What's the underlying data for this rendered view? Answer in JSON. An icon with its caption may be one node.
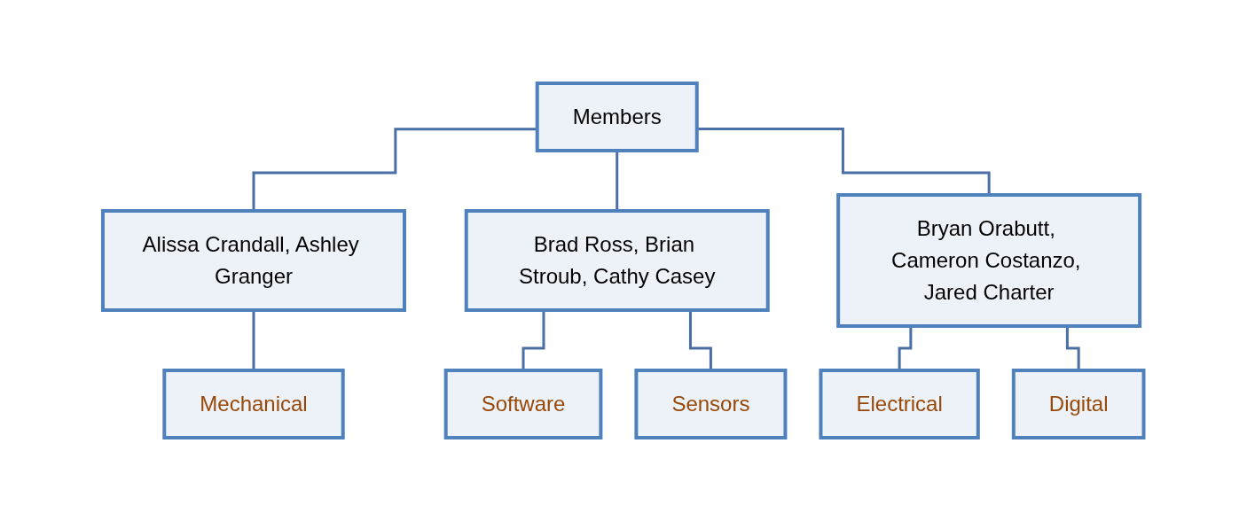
{
  "diagram": {
    "nodes": [
      {
        "text": [
          "Members"
        ]
      },
      {
        "text": [
          "Alissa Crandall, Ashley Granger"
        ]
      },
      {
        "text": [
          "Brad Ross, Brian Stroub, Cathy Casey"
        ]
      },
      {
        "text": [
          "Bryan Orabutt, Cameron Costanzo, Jared Charter"
        ]
      },
      {
        "text": [
          "Mechanical"
        ]
      },
      {
        "text": [
          "Software"
        ]
      },
      {
        "text": [
          "Sensors"
        ]
      },
      {
        "text": [
          "Electrical"
        ]
      },
      {
        "text": [
          "Digital"
        ]
      }
    ],
    "edges": [
      {
        "from": 0,
        "to": 1,
        "arrow": "none"
      },
      {
        "from": 0,
        "to": 2,
        "arrow": "none"
      },
      {
        "from": 0,
        "to": 3,
        "arrow": "none"
      },
      {
        "from": 1,
        "to": 4,
        "arrow": "none"
      },
      {
        "from": 2,
        "to": 5,
        "arrow": "none"
      },
      {
        "from": 2,
        "to": 6,
        "arrow": "none"
      },
      {
        "from": 3,
        "to": 7,
        "arrow": "none"
      },
      {
        "from": 3,
        "to": 8,
        "arrow": "none"
      }
    ]
  }
}
